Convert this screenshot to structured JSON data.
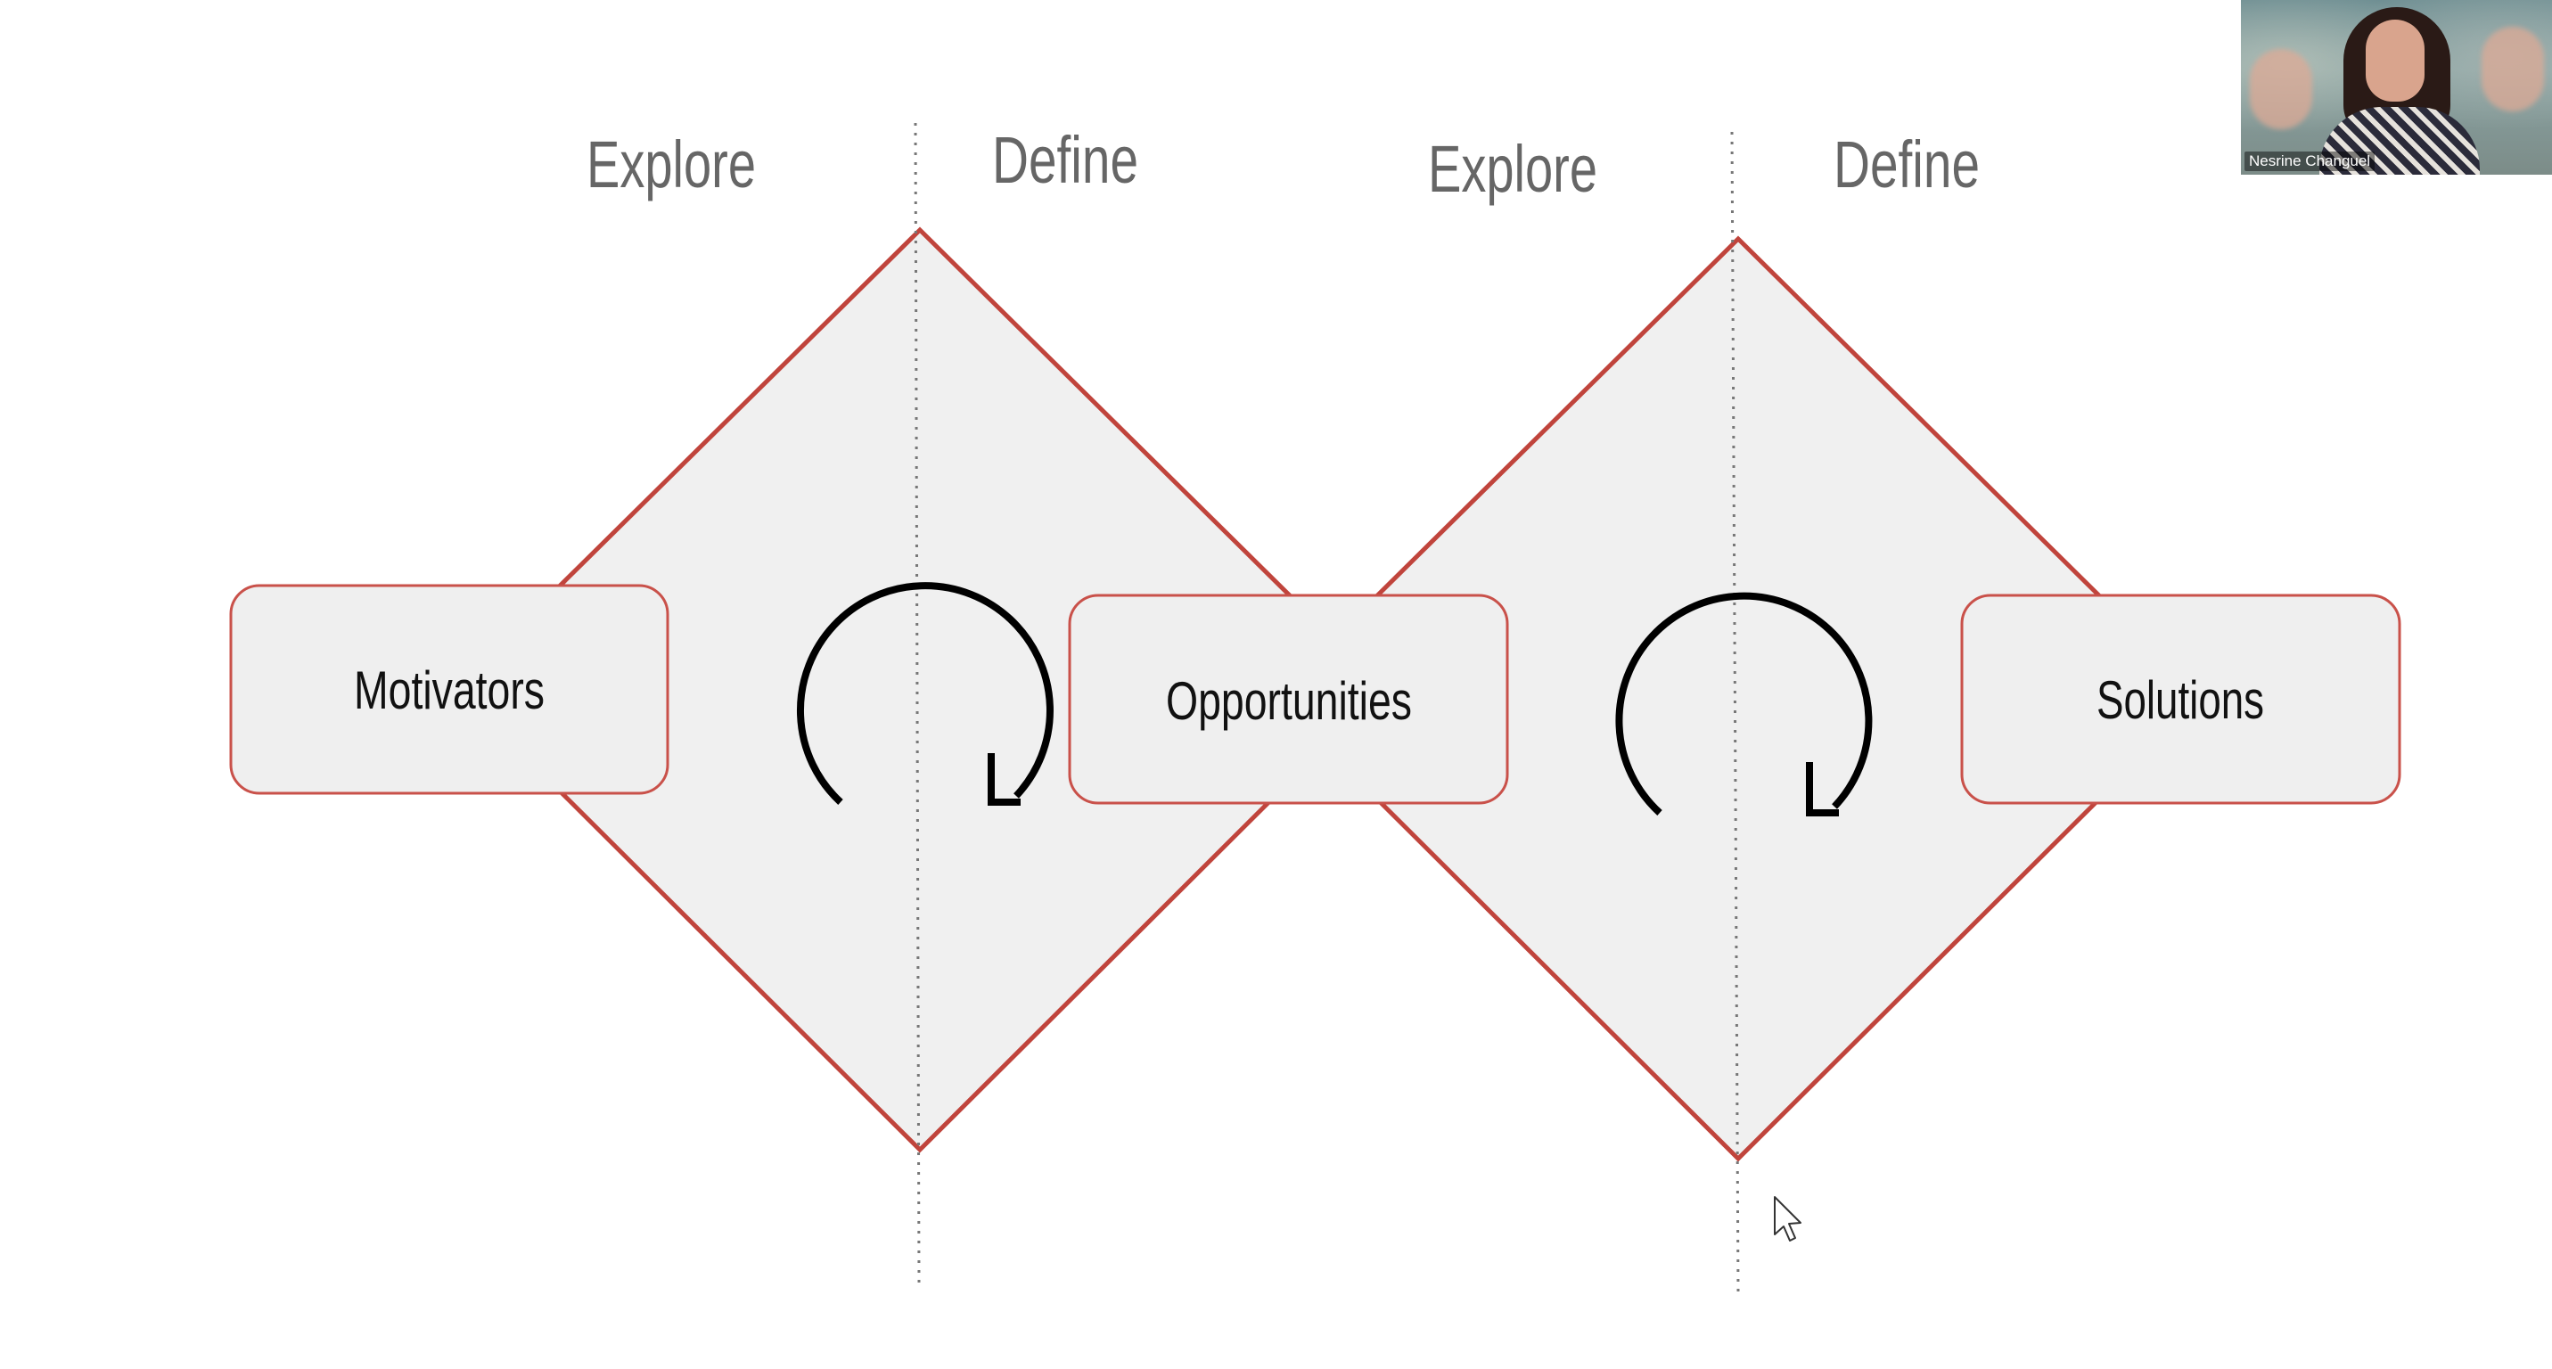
{
  "phases": {
    "diamond1_left": "Explore",
    "diamond1_right": "Define",
    "diamond2_left": "Explore",
    "diamond2_right": "Define"
  },
  "boxes": {
    "motivators": "Motivators",
    "opportunities": "Opportunities",
    "solutions": "Solutions"
  },
  "colors": {
    "diamond_stroke": "#c0443c",
    "diamond_fill": "#f0f0f0",
    "box_fill": "#efefef",
    "box_stroke": "#c9514a",
    "phase_text": "#666666",
    "arrow": "#000000"
  },
  "video": {
    "participant_name": "Nesrine Changuel"
  },
  "icons": {
    "cycle_arrow": "clockwise-circular-arrow-icon",
    "cursor": "mouse-pointer-icon"
  }
}
